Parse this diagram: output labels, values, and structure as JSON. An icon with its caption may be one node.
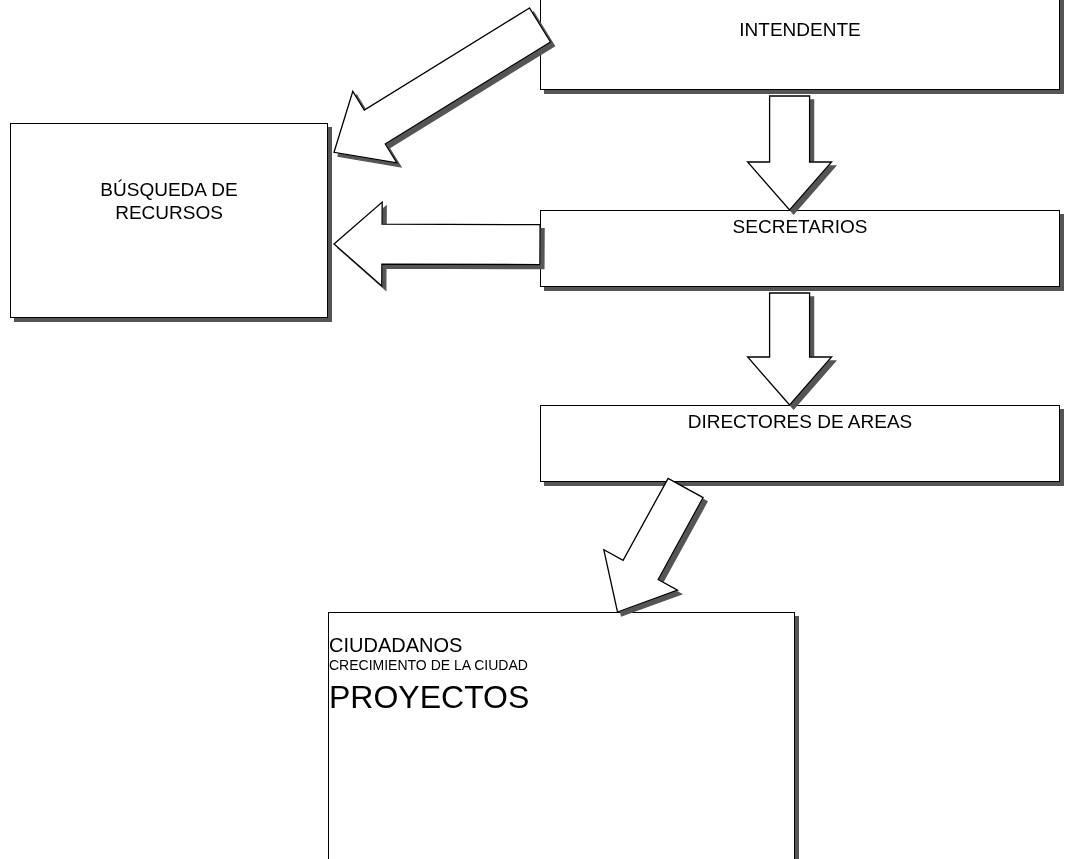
{
  "diagram": {
    "nodes": [
      {
        "text": [
          "INTENDENTE"
        ]
      },
      {
        "text": [
          "BÚSQUEDA DE RECURSOS"
        ]
      },
      {
        "text": [
          "SECRETARIOS"
        ]
      },
      {
        "text": [
          "DIRECTORES DE AREAS"
        ]
      },
      {
        "text": [
          "CIUDADANOS",
          "CRECIMIENTO DE LA CIUDAD",
          "PROYECTOS"
        ]
      }
    ],
    "edges": [
      {
        "from": 0,
        "to": 1,
        "arrow": "to"
      },
      {
        "from": 0,
        "to": 2,
        "arrow": "to"
      },
      {
        "from": 2,
        "to": 1,
        "arrow": "to"
      },
      {
        "from": 2,
        "to": 3,
        "arrow": "to"
      },
      {
        "from": 3,
        "to": 4,
        "arrow": "to"
      }
    ]
  }
}
